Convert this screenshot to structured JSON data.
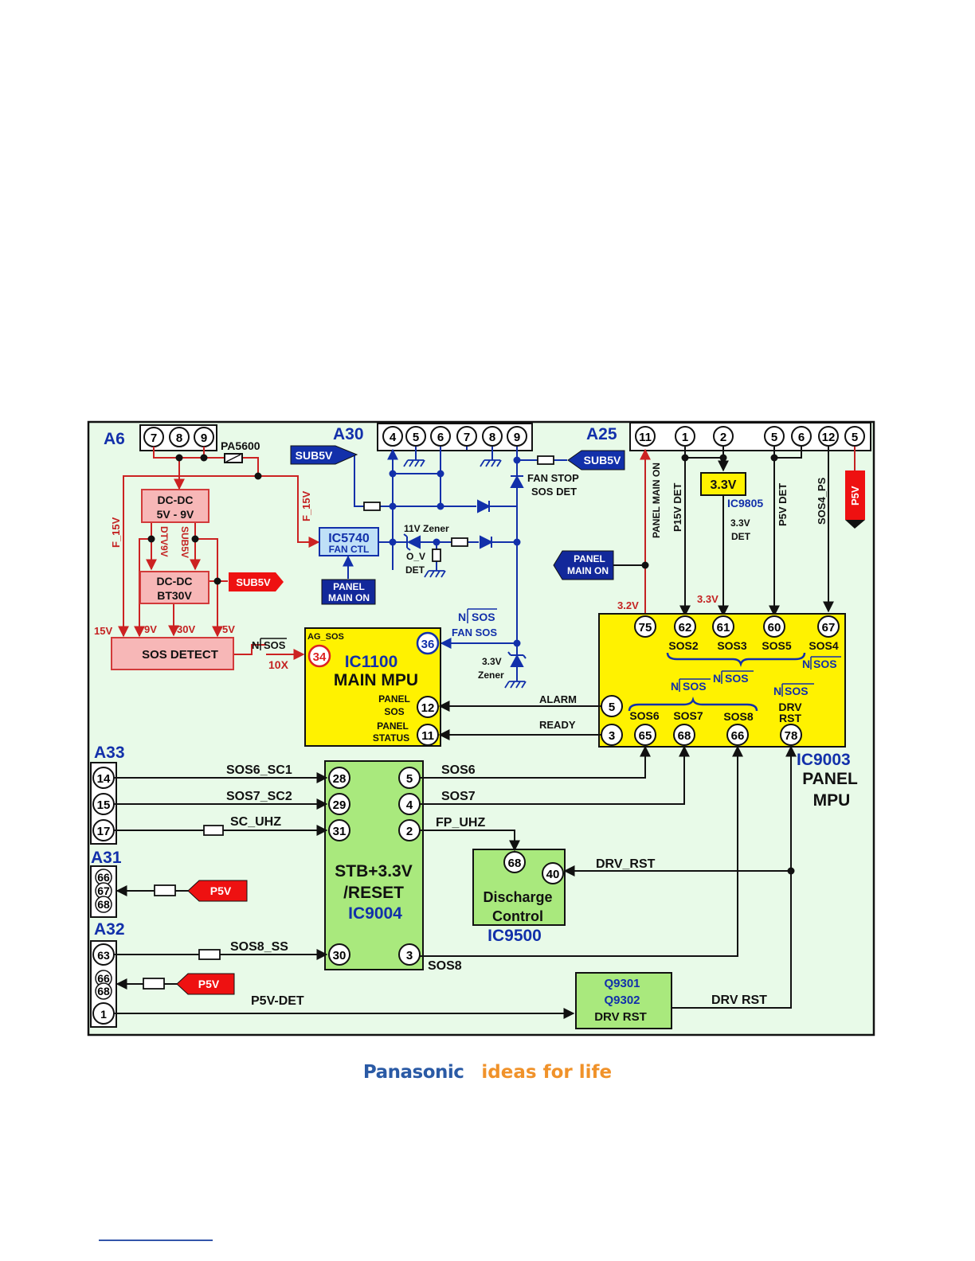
{
  "colors": {
    "panel_bg": "#e8fae8",
    "yellow": "#fff200",
    "green": "#a9e97d",
    "pink": "#f5a3a3",
    "pink_fill": "#f7b7b7",
    "red": "#cc2222",
    "blue": "#1230aa",
    "navy": "#12289a",
    "label_red": "#ee1111",
    "dark": "#111111"
  },
  "connectors": {
    "a6": "A6",
    "a30": "A30",
    "a25": "A25",
    "a33": "A33",
    "a31": "A31",
    "a32": "A32"
  },
  "pins": {
    "a6": [
      "7",
      "8",
      "9"
    ],
    "a30": [
      "4",
      "5",
      "6",
      "7",
      "8",
      "9"
    ],
    "a25": [
      "11",
      "1",
      "2",
      "5",
      "6",
      "12",
      "5"
    ],
    "a33": [
      "14",
      "15",
      "17"
    ],
    "a31": [
      "66",
      "67",
      "68"
    ],
    "a32": [
      "63",
      "66",
      "68",
      "1"
    ],
    "ic1100": {
      "ag_sos": "34",
      "fan_sos": "36",
      "panel_sos": "12",
      "panel_status": "11"
    },
    "ic9003": {
      "p75": "75",
      "p62": "62",
      "p61": "61",
      "p60": "60",
      "p67": "67",
      "p5": "5",
      "p3": "3",
      "p65": "65",
      "p68": "68",
      "p66": "66",
      "p78": "78"
    },
    "ic9004": {
      "p28": "28",
      "p29": "29",
      "p31": "31",
      "p30": "30",
      "p5": "5",
      "p4": "4",
      "p2": "2",
      "p3": "3"
    },
    "ic9500": {
      "p68": "68",
      "p40": "40"
    }
  },
  "blocks": {
    "dcdc1": {
      "l1": "DC-DC",
      "l2": "5V - 9V"
    },
    "dcdc2": {
      "l1": "DC-DC",
      "l2": "BT30V"
    },
    "sos_detect": "SOS DETECT",
    "ic5740": {
      "name": "IC5740",
      "sub": "FAN CTL"
    },
    "panel_main_on_box": {
      "l1": "PANEL",
      "l2": "MAIN ON"
    },
    "panel_main_on_arrow": {
      "l1": "PANEL",
      "l2": "MAIN ON"
    },
    "ic1100": {
      "tag": "AG_SOS",
      "name": "IC1100",
      "sub": "MAIN MPU",
      "panel_sos_1": "PANEL",
      "panel_sos_2": "SOS",
      "panel_status_1": "PANEL",
      "panel_status_2": "STATUS"
    },
    "ic9003": {
      "name": "IC9003",
      "sub1": "PANEL",
      "sub2": "MPU",
      "sos2": "SOS2",
      "sos3": "SOS3",
      "sos5": "SOS5",
      "sos4": "SOS4",
      "sos6": "SOS6",
      "sos7": "SOS7",
      "sos8": "SOS8",
      "drv1": "DRV",
      "drv2": "RST"
    },
    "ic9004": {
      "l1": "STB+3.3V",
      "l2": "/RESET",
      "name": "IC9004"
    },
    "ic9500": {
      "l1": "Discharge",
      "l2": "Control",
      "name": "IC9500"
    },
    "q9301": {
      "l1": "Q9301",
      "l2": "Q9302",
      "l3": "DRV RST"
    },
    "v33": "3.3V",
    "ic9805": "IC9805"
  },
  "labels": {
    "pa5600": "PA5600",
    "f15v_left": "F_15V",
    "f15v_right": "F_15V",
    "dtv9v": "DTV9V",
    "sub5v_v": "SUB5V",
    "sub5v_red": "SUB5V",
    "sub5v_blue_l": "SUB5V",
    "sub5v_blue_r": "SUB5V",
    "v15": "15V",
    "v9": "9V",
    "v30": "30V",
    "v5": "5V",
    "x10": "10X",
    "nsos_ag_n": "N",
    "nsos_ag": "SOS",
    "nsos_fan_n": "N",
    "nsos_fan": "SOS",
    "fan_sos": "FAN SOS",
    "fan_stop": "FAN STOP",
    "sos_det": "SOS DET",
    "zener11": "11V Zener",
    "ov1": "O_V",
    "ov2": "DET",
    "zener33a": "3.3V",
    "zener33b": "Zener",
    "panel_main_on_v": "PANEL MAIN ON",
    "p15v_det": "P15V DET",
    "p5v_det": "P5V DET",
    "sos4_ps": "SOS4_PS",
    "p5v_v": "P5V",
    "det33a": "3.3V",
    "det33b": "DET",
    "v32": "3.2V",
    "v33red": "3.3V",
    "nsos_a_n": "N",
    "nsos_a": "SOS",
    "nsos_b_n": "N",
    "nsos_b": "SOS",
    "nsos_c_n": "N",
    "nsos_c": "SOS",
    "nsos_d_n": "N",
    "nsos_d": "SOS",
    "alarm": "ALARM",
    "ready": "READY",
    "sos6_sc1": "SOS6_SC1",
    "sos7_sc2": "SOS7_SC2",
    "sc_uhz": "SC_UHZ",
    "sos8_ss": "SOS8_SS",
    "p5v_det_line": "P5V-DET",
    "sos6": "SOS6",
    "sos7": "SOS7",
    "fp_uhz": "FP_UHZ",
    "sos8": "SOS8",
    "drv_rst_l": "DRV_RST",
    "drv_rst_b": "DRV RST",
    "p5v_a31": "P5V",
    "p5v_a32": "P5V"
  },
  "footer": {
    "brand": "Panasonic",
    "tagline": "ideas for life"
  }
}
